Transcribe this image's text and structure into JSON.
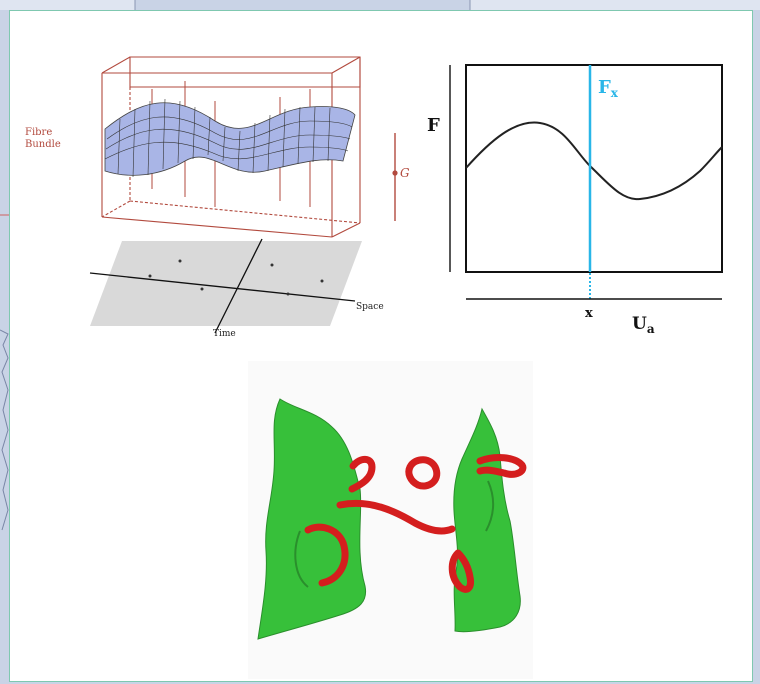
{
  "fibre_bundle": {
    "label_line1": "Fibre",
    "label_line2": "Bundle",
    "group_label": "G",
    "space_label": "Space",
    "time_label": "Time"
  },
  "section_plot": {
    "y_label": "F",
    "fiber_label_main": "F",
    "fiber_label_sub": "x",
    "point_label": "x",
    "base_label_main": "U",
    "base_label_sub": "a"
  },
  "colors": {
    "accent_cyan": "#29b6e8",
    "bundle_edge": "#b24a3e",
    "surface_fill": "#a9b5e6",
    "membrane_green": "#37c03a",
    "loop_red": "#d41e1e"
  }
}
